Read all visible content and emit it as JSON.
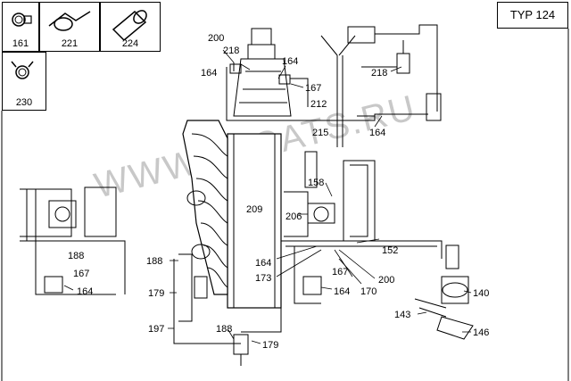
{
  "header": {
    "type_label": "TYP 124"
  },
  "parts_table": [
    {
      "number": "161",
      "icon": "hose-clamp-icon"
    },
    {
      "number": "221",
      "icon": "cable-tie-icon"
    },
    {
      "number": "224",
      "icon": "rubber-sleeve-icon"
    },
    {
      "number": "230",
      "icon": "spring-clip-icon"
    }
  ],
  "watermark": "WWW.ELCATS.RU",
  "callouts": {
    "c200a": "200",
    "c218a": "218",
    "c164a": "164",
    "c164b": "164",
    "c167a": "167",
    "c218b": "218",
    "c212": "212",
    "c215": "215",
    "c164c": "164",
    "c158": "158",
    "c209": "209",
    "c206": "206",
    "c152": "152",
    "c188a": "188",
    "c167b": "167",
    "c164d": "164",
    "c188b": "188",
    "c179a": "179",
    "c164e": "164",
    "c173": "173",
    "c167c": "167",
    "c164f": "164",
    "c170": "170",
    "c200b": "200",
    "c140": "140",
    "c143": "143",
    "c146": "146",
    "c197": "197",
    "c188c": "188",
    "c179b": "179"
  }
}
